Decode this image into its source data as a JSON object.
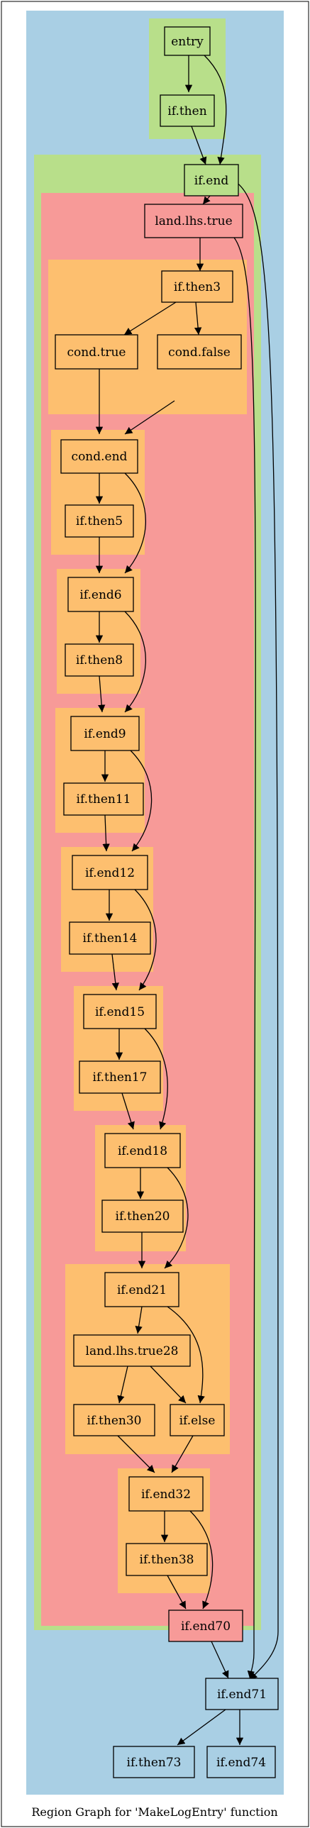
{
  "caption": "Region Graph for 'MakeLogEntry' function",
  "colors": {
    "region_outer": "#a9cfe4",
    "region_green": "#b8df8a",
    "region_red": "#f79a98",
    "region_orange": "#fdbf6f",
    "edge": "#000000",
    "node_border": "#000000"
  },
  "nodes": {
    "entry": "entry",
    "if_then": "if.then",
    "if_end": "if.end",
    "land_lhs_true": "land.lhs.true",
    "if_then3": "if.then3",
    "cond_true": "cond.true",
    "cond_false": "cond.false",
    "cond_end": "cond.end",
    "if_then5": "if.then5",
    "if_end6": "if.end6",
    "if_then8": "if.then8",
    "if_end9": "if.end9",
    "if_then11": "if.then11",
    "if_end12": "if.end12",
    "if_then14": "if.then14",
    "if_end15": "if.end15",
    "if_then17": "if.then17",
    "if_end18": "if.end18",
    "if_then20": "if.then20",
    "if_end21": "if.end21",
    "land_lhs_true28": "land.lhs.true28",
    "if_then30": "if.then30",
    "if_else": "if.else",
    "if_end32": "if.end32",
    "if_then38": "if.then38",
    "if_end70": "if.end70",
    "if_end71": "if.end71",
    "if_then73": "if.then73",
    "if_end74": "if.end74"
  }
}
